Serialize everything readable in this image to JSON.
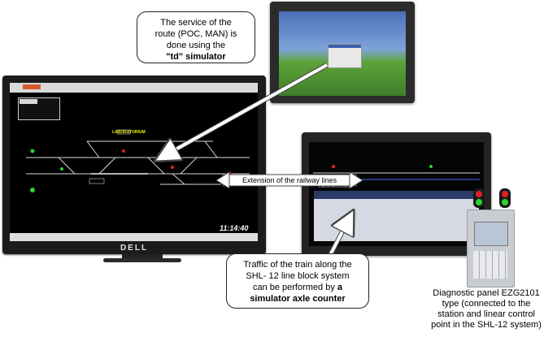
{
  "callouts": {
    "td": {
      "line1": "The service of the",
      "line2": "route (POC, MAN) is",
      "line3": "done using the",
      "line4_bold": "\"td\" simulator"
    },
    "axle": {
      "line1": "Traffic of the train along the",
      "line2": "SHL- 12 line block system",
      "line3_pre": "can be performed by ",
      "line3_bold": "a",
      "line4_bold": "simulator axle counter"
    },
    "extension": "Extension of the railway lines"
  },
  "diagnostic": {
    "line1": "Diagnostic panel  EZG2101",
    "line2": "type (connected to the",
    "line3": "station and linear control",
    "line4": "point in the SHL-12 system)"
  },
  "monitor_main": {
    "brand": "DELL",
    "screen_title": "LABORATORIUM",
    "clock": "11:14:40"
  },
  "monitor_low": {
    "caption": "LABORATORIUM"
  },
  "colors": {
    "arrow": "#ffffff",
    "track": "#d7d7d7",
    "signal_green": "#2bd32b",
    "signal_red": "#e02020"
  }
}
